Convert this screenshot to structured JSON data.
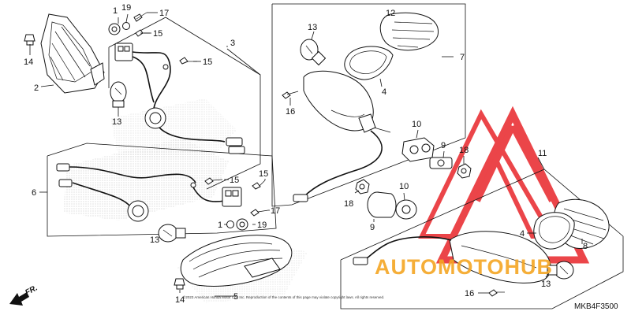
{
  "diagram": {
    "callouts": {
      "c1_top": "1",
      "c19_top": "19",
      "c17_top": "17",
      "c15_top": "15",
      "c3": "3",
      "c14_top": "14",
      "c2": "2",
      "c15_mid": "15",
      "c13_left": "13",
      "c13_center": "13",
      "c12": "12",
      "c7": "7",
      "c4_center": "4",
      "c16_center": "16",
      "c10_top": "10",
      "c9_top": "9",
      "c18_right": "18",
      "c11": "11",
      "c6": "6",
      "c15_l1": "15",
      "c15_l2": "15",
      "c17_low": "17",
      "c1_low": "1",
      "c19_low": "19",
      "c18_center": "18",
      "c9_low": "9",
      "c10_low": "10",
      "c13_bottom_left": "13",
      "c5": "5",
      "c14_bottom": "14",
      "c4_right": "4",
      "c8": "8",
      "c13_right": "13",
      "c16_right": "16"
    },
    "copyright": "©2023 American Honda Motor Co., Inc. Reproduction of the contents of this page may violate copyright laws. All rights reserved.",
    "diagram_code": "MKB4F3500",
    "direction_label": "FR.",
    "watermark": {
      "text": "AUTOMOTOHUB",
      "primary_color": "#e8252a",
      "secondary_color": "#f5a623"
    }
  }
}
